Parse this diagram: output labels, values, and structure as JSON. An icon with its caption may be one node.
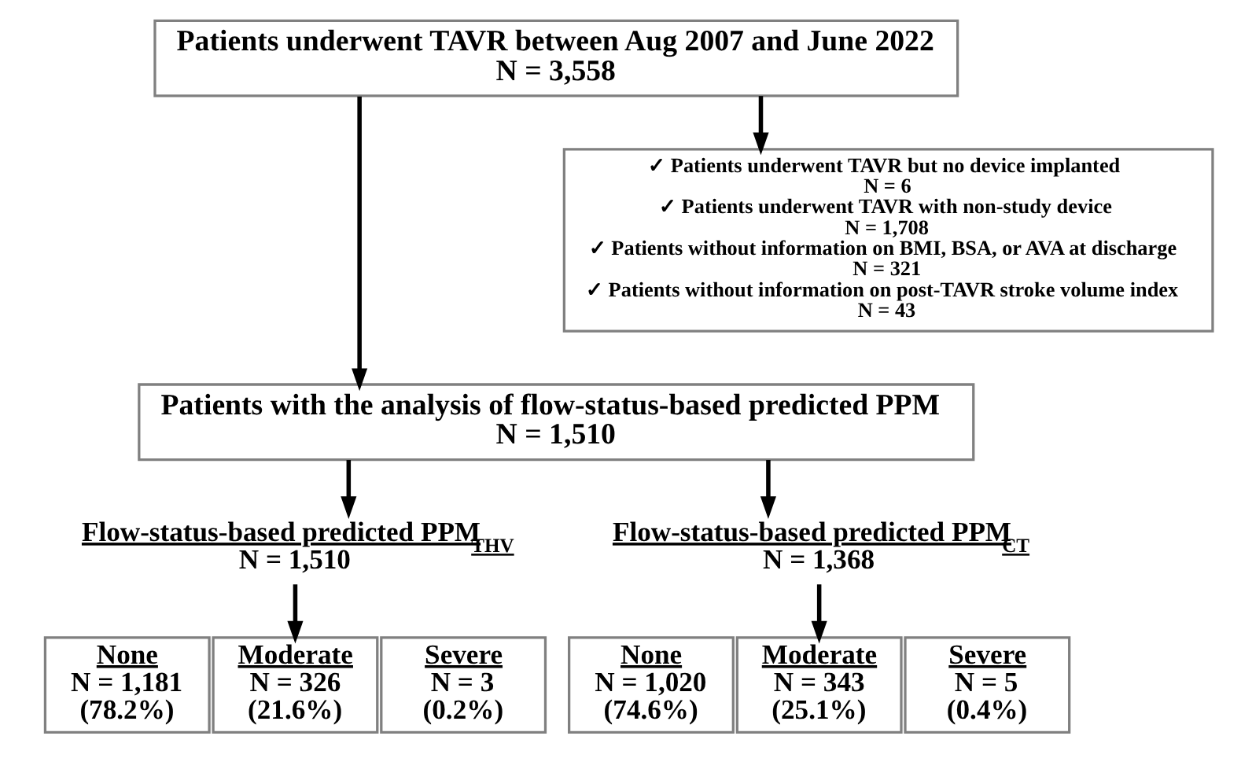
{
  "diagram": {
    "nodes": [
      {
        "text": [
          "Patients underwent TAVR between Aug 2007 and June 2022",
          "N = 3,558"
        ]
      },
      {
        "text": [
          "✓ Patients underwent TAVR but no device implanted",
          "N = 6",
          "✓ Patients underwent TAVR with non-study device",
          "N = 1,708",
          "✓ Patients without information on BMI, BSA, or AVA at discharge",
          "N = 321",
          "✓ Patients without information on post-TAVR stroke volume index",
          "N = 43"
        ]
      },
      {
        "text": [
          "Patients with the analysis of flow-status-based predicted PPM",
          "N = 1,510"
        ]
      },
      {
        "text": [
          "Flow-status-based predicted PPM$_{THV}$",
          "N = 1,510"
        ]
      },
      {
        "text": [
          "Flow-status-based predicted PPM$_{CT}$",
          "N = 1,368"
        ]
      },
      {
        "text": [
          "None",
          "N = 1,181",
          "(78.2%)"
        ]
      },
      {
        "text": [
          "Moderate",
          "N = 326",
          "(21.6%)"
        ]
      },
      {
        "text": [
          "Severe",
          "N = 3",
          "(0.2%)"
        ]
      },
      {
        "text": [
          "None",
          "N = 1,020",
          "(74.6%)"
        ]
      },
      {
        "text": [
          "Moderate",
          "N = 343",
          "(25.1%)"
        ]
      },
      {
        "text": [
          "Severe",
          "N = 5",
          "(0.4%)"
        ]
      }
    ],
    "edges": [
      {
        "from": 0,
        "to": 2,
        "arrow": "to"
      },
      {
        "from": 0,
        "to": 1,
        "arrow": "to"
      },
      {
        "from": 2,
        "to": 3,
        "arrow": "to"
      },
      {
        "from": 2,
        "to": 4,
        "arrow": "to"
      },
      {
        "from": 3,
        "to": 6,
        "arrow": "to"
      },
      {
        "from": 4,
        "to": 9,
        "arrow": "to"
      }
    ]
  }
}
